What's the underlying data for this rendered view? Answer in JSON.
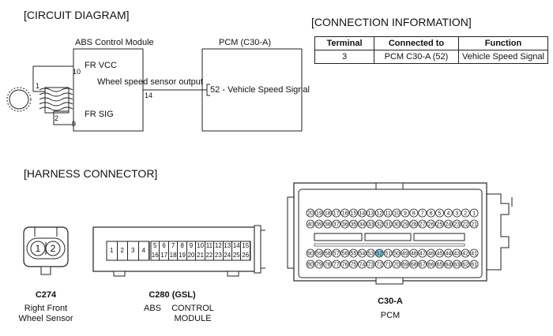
{
  "circuit": {
    "title": "[CIRCUIT DIAGRAM]",
    "abs_module_title": "ABS Control Module",
    "pcm_title": "PCM (C30-A)",
    "fr_vcc": "FR VCC",
    "fr_sig": "FR SIG",
    "wss_output": "Wheel speed sensor output",
    "pin_10": "10",
    "pin_9": "9",
    "pin_14": "14",
    "sensor_pin_1": "1",
    "sensor_pin_2": "2",
    "pcm_pin_label": "52 - Vehicle Speed Signal"
  },
  "connection": {
    "title": "[CONNECTION INFORMATION]",
    "headers": [
      "Terminal",
      "Connected to",
      "Function"
    ],
    "rows": [
      [
        "3",
        "PCM C30-A (52)",
        "Vehicle Speed Signal"
      ]
    ]
  },
  "harness": {
    "title": "[HARNESS CONNECTOR]",
    "c274": {
      "pins": [
        "1",
        "2"
      ],
      "name": "C274",
      "desc_line1": "Right Front",
      "desc_line2": "Wheel Sensor"
    },
    "c280": {
      "name": "C280 (GSL)",
      "left_pins": [
        "1",
        "2",
        "3",
        "4"
      ],
      "top_pins": [
        "5",
        "6",
        "7",
        "8",
        "9",
        "10",
        "11",
        "12",
        "13",
        "14",
        "15"
      ],
      "bottom_pins": [
        "16",
        "17",
        "18",
        "19",
        "20",
        "21",
        "22",
        "23",
        "24",
        "25",
        "26"
      ],
      "desc_abs": "ABS",
      "desc_ctrl1": "CONTROL",
      "desc_ctrl2": "MODULE"
    },
    "c30a": {
      "name": "C30-A",
      "desc": "PCM",
      "row1": [
        "20",
        "19",
        "18",
        "17",
        "16",
        "15",
        "14",
        "13",
        "12",
        "11",
        "10",
        "9",
        "8",
        "7",
        "6",
        "5",
        "4",
        "3",
        "2",
        "1"
      ],
      "row2": [
        "40",
        "39",
        "38",
        "37",
        "36",
        "35",
        "34",
        "33",
        "32",
        "31",
        "30",
        "29",
        "28",
        "27",
        "26",
        "25",
        "24",
        "23",
        "22",
        "21"
      ],
      "row3": [
        "60",
        "59",
        "58",
        "57",
        "56",
        "55",
        "54",
        "53",
        "52",
        "51",
        "50",
        "49",
        "48",
        "47",
        "46",
        "45",
        "44",
        "43",
        "42",
        "41"
      ],
      "row4": [
        "80",
        "79",
        "78",
        "77",
        "76",
        "75",
        "74",
        "73",
        "72",
        "71",
        "70",
        "69",
        "68",
        "67",
        "66",
        "65",
        "64",
        "63",
        "62",
        "61"
      ],
      "highlight_pin": "52",
      "highlight_color": "#7fd1e8"
    }
  }
}
